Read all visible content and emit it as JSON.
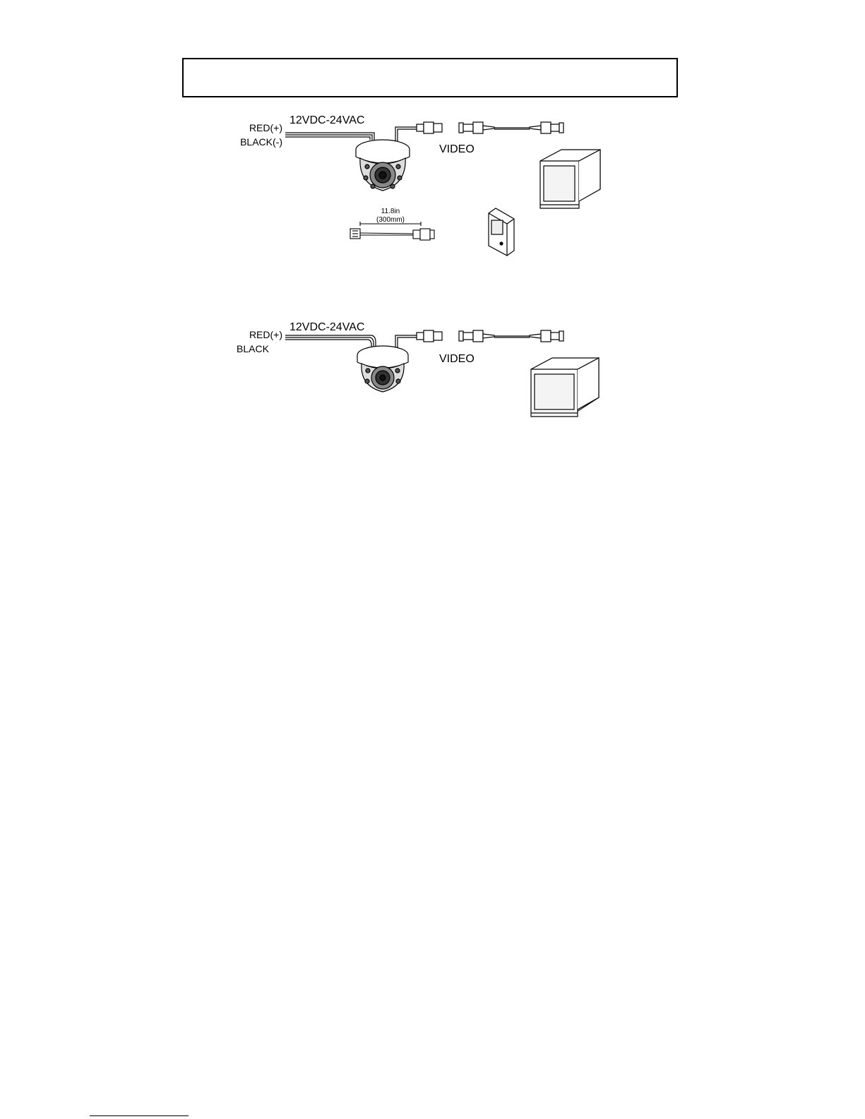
{
  "header_box": {
    "text": ""
  },
  "diagram_top": {
    "wire_positive": "RED(+)",
    "wire_negative": "BLACK(-)",
    "voltage": "12VDC-24VAC",
    "video": "VIDEO",
    "cable_length": "11.8in",
    "cable_length_metric": "(300mm)"
  },
  "diagram_bottom": {
    "wire_positive": "RED(+)",
    "wire_negative": "BLACK",
    "voltage": "12VDC-24VAC",
    "video": "VIDEO"
  },
  "icons": [
    "dome-camera-icon",
    "bnc-connector-icon",
    "bnc-cable-icon",
    "monitor-icon",
    "adapter-cable-icon",
    "power-adapter-icon"
  ]
}
